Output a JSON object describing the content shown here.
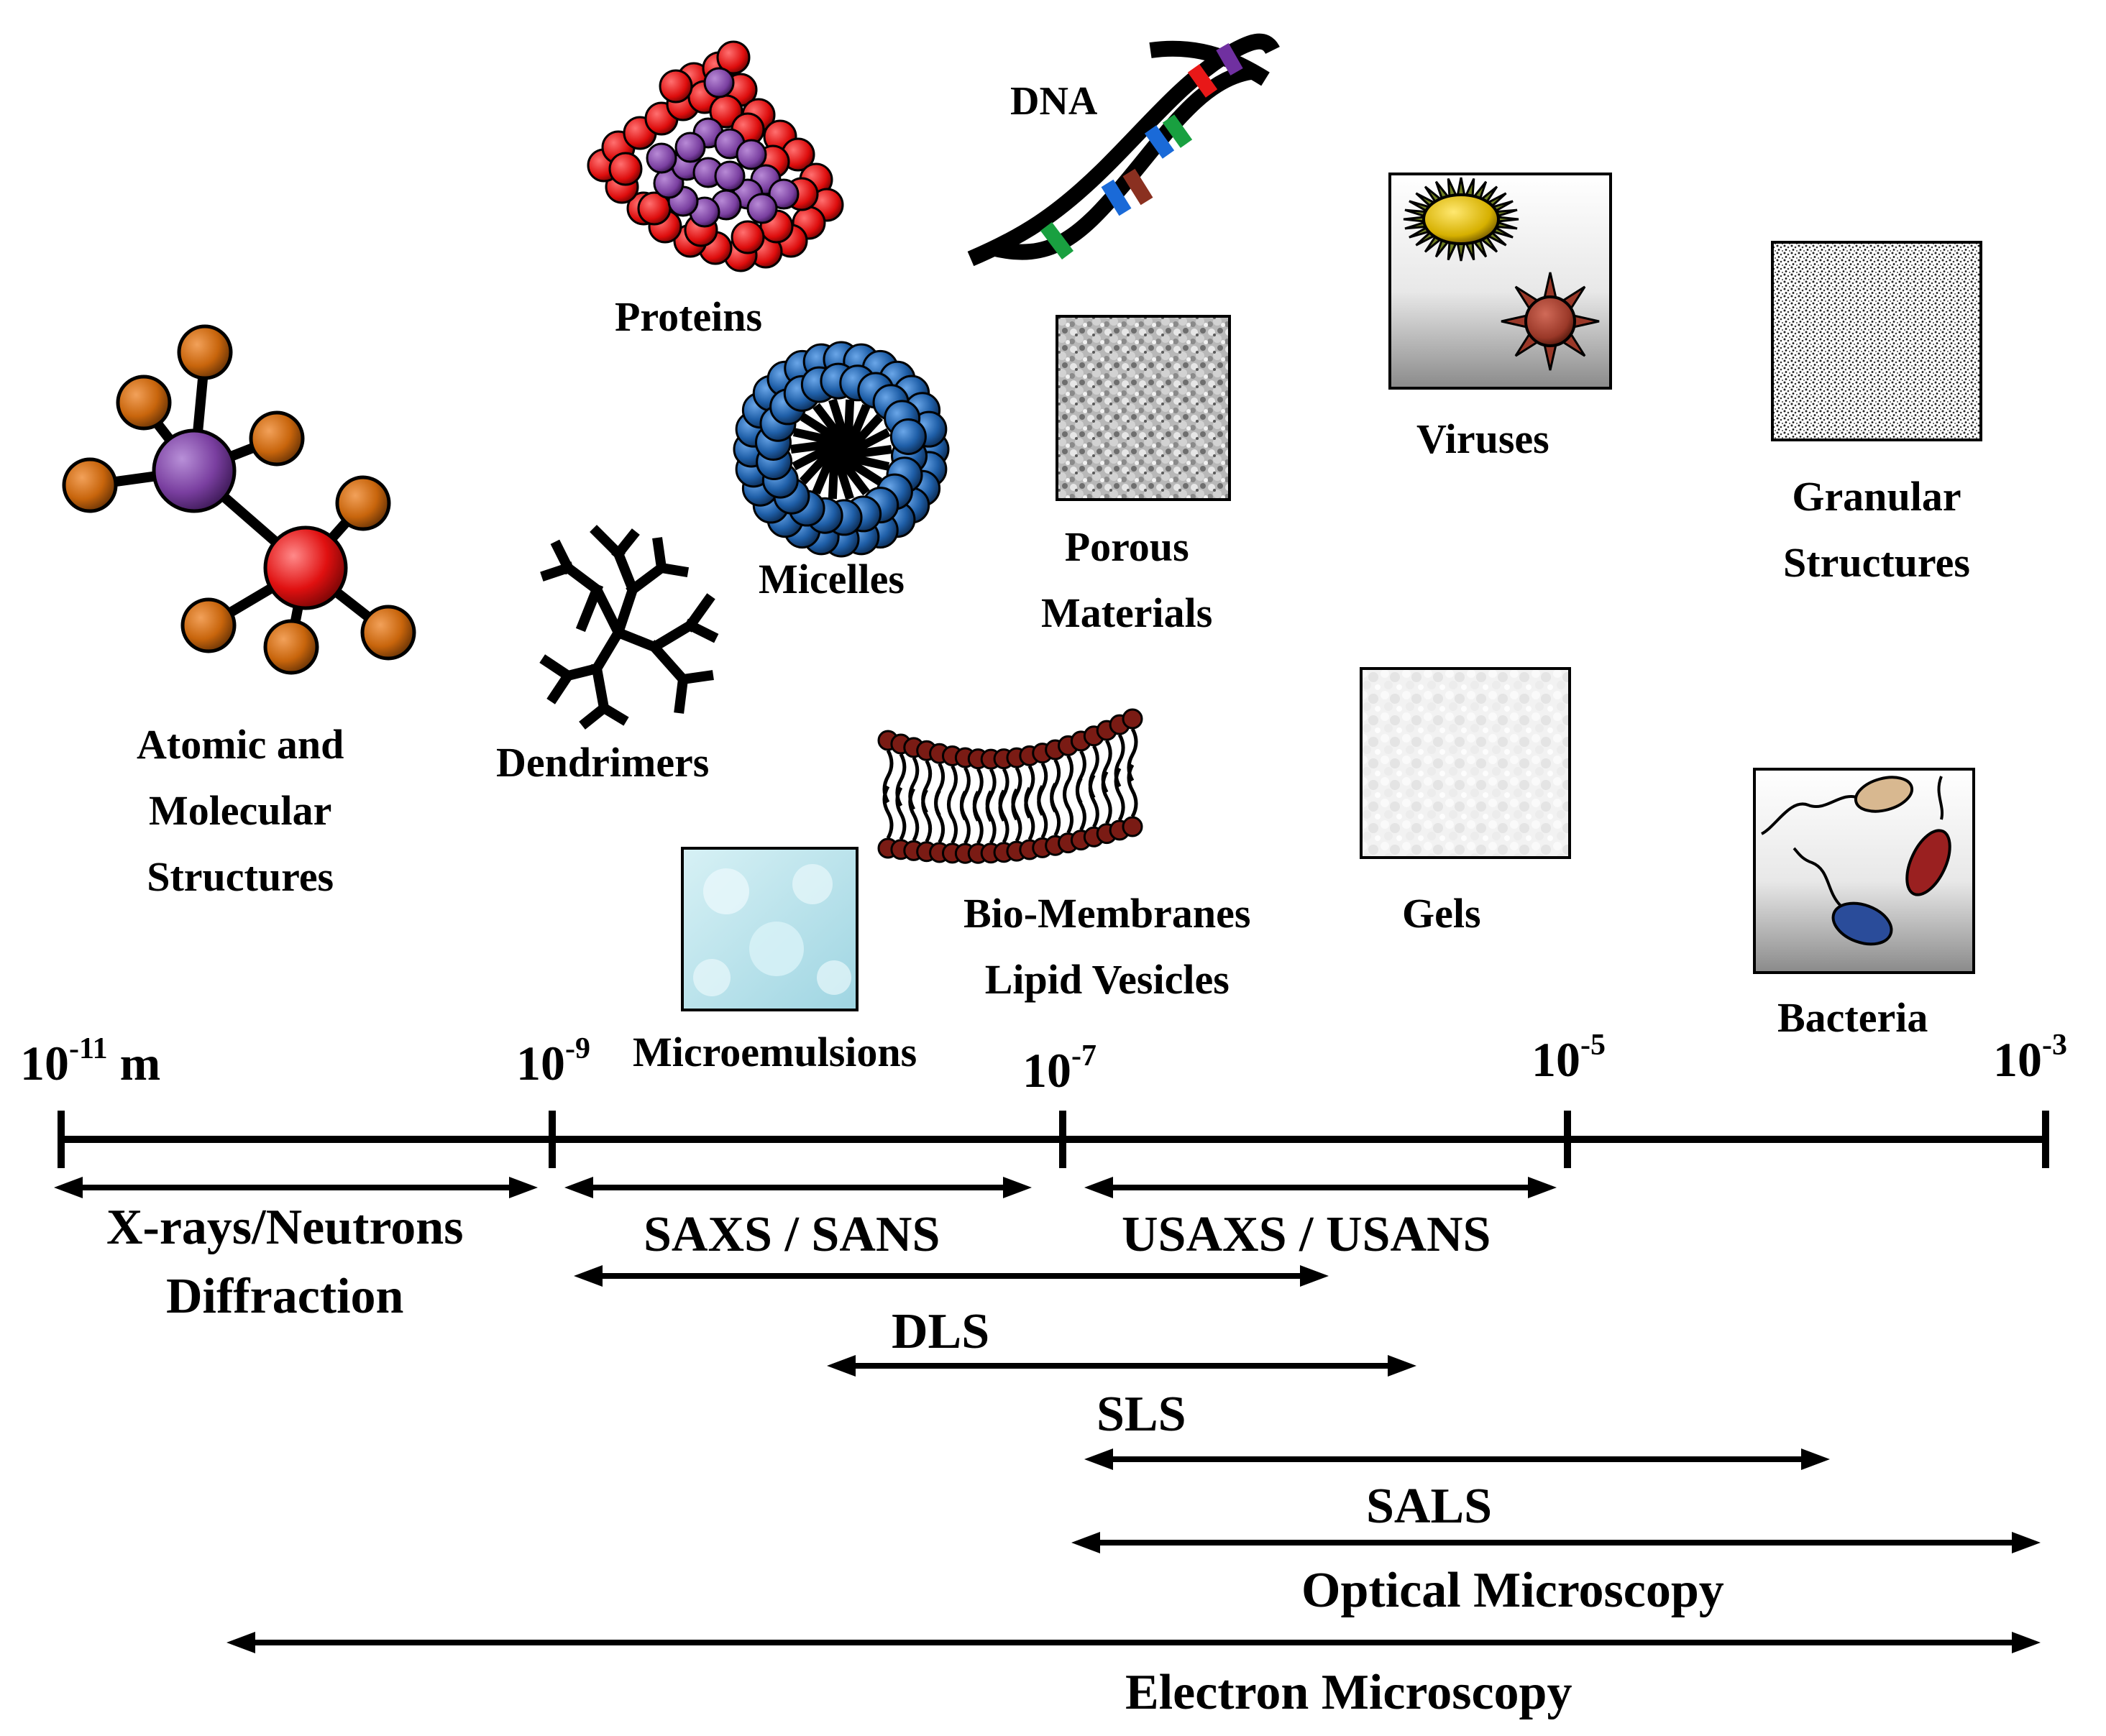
{
  "structures": {
    "dna": "DNA",
    "proteins": "Proteins",
    "micelles": "Micelles",
    "porous": [
      "Porous",
      "Materials"
    ],
    "viruses": "Viruses",
    "granular": [
      "Granular",
      "Structures"
    ],
    "atomic": [
      "Atomic and",
      "Molecular",
      "Structures"
    ],
    "dendrimers": "Dendrimers",
    "biomembranes": [
      "Bio-Membranes",
      "Lipid Vesicles"
    ],
    "gels": "Gels",
    "microemulsions": "Microemulsions",
    "bacteria": "Bacteria"
  },
  "scale": {
    "ticks": [
      {
        "base": "10",
        "exp": "-11",
        "unit": " m"
      },
      {
        "base": "10",
        "exp": "-9",
        "unit": ""
      },
      {
        "base": "10",
        "exp": "-7",
        "unit": ""
      },
      {
        "base": "10",
        "exp": "-5",
        "unit": ""
      },
      {
        "base": "10",
        "exp": "-3",
        "unit": ""
      }
    ]
  },
  "techniques": {
    "xray": [
      "X-rays/Neutrons",
      "Diffraction"
    ],
    "saxs": "SAXS / SANS",
    "usaxs": "USAXS / USANS",
    "dls": "DLS",
    "sls": "SLS",
    "sals": "SALS",
    "optical": "Optical Microscopy",
    "electron": "Electron Microscopy"
  },
  "colors": {
    "line": "#000000",
    "purple_atom": "#7a3fa0",
    "red_atom": "#e01010",
    "orange_atom": "#c8650c",
    "micelle_blue": "#1f5fa8",
    "virus_yellow": "#d6b000",
    "virus_green": "#6f7f20",
    "virus_red": "#9a3828",
    "microemulsion": "#bfe6ee",
    "lipid_head": "#7a1b14"
  }
}
